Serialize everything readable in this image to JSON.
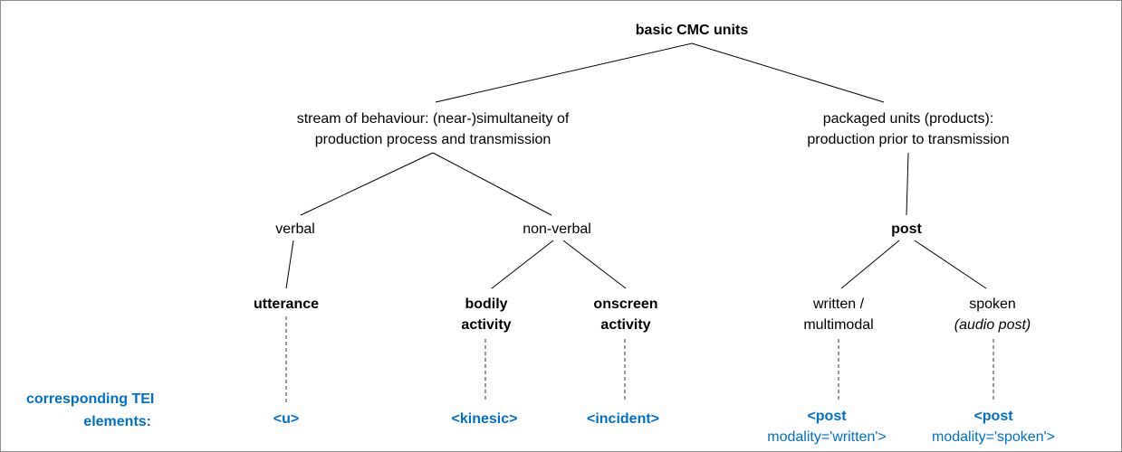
{
  "colors": {
    "accent_blue": "#0070C0",
    "line_black": "#000000",
    "border_gray": "#8c8c8c"
  },
  "tree": {
    "root": "basic CMC units",
    "stream_line1": "stream of behaviour: (near-)simultaneity of",
    "stream_line2": "production process and transmission",
    "packaged_line1": "packaged units (products):",
    "packaged_line2": "production prior to transmission",
    "verbal": "verbal",
    "nonverbal": "non-verbal",
    "utterance": "utterance",
    "bodily_line1": "bodily",
    "bodily_line2": "activity",
    "onscreen_line1": "onscreen",
    "onscreen_line2": "activity",
    "post": "post",
    "written_line1": "written /",
    "written_line2": "multimodal",
    "spoken_line1": "spoken",
    "spoken_line2": "(audio post)"
  },
  "tei": {
    "caption_line1": "corresponding TEI",
    "caption_line2": "elements:",
    "u": "<u>",
    "kinesic": "<kinesic>",
    "incident": "<incident>",
    "post_written_line1": "<post",
    "post_written_line2": "modality='written'>",
    "post_spoken_line1": "<post",
    "post_spoken_line2": "modality='spoken'>"
  }
}
